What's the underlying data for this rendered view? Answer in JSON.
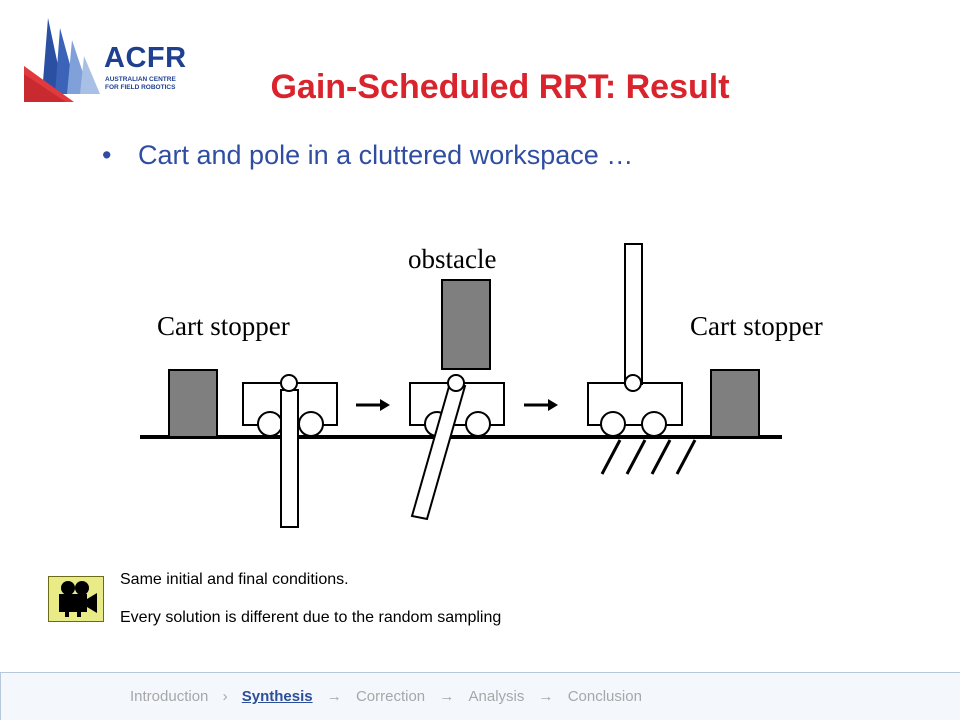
{
  "logo": {
    "name": "ACFR",
    "sub_line1": "AUSTRALIAN CENTRE",
    "sub_line2": "FOR FIELD ROBOTICS"
  },
  "slide": {
    "title": "Gain-Scheduled RRT: Result",
    "bullet_marker": "•",
    "bullet": "Cart and pole in a cluttered workspace …"
  },
  "diagram": {
    "obstacle_label": "obstacle",
    "left_stopper_label": "Cart stopper",
    "right_stopper_label": "Cart stopper"
  },
  "media": {
    "icon": "movie-camera-icon"
  },
  "notes": {
    "line1": "Same initial and final conditions.",
    "line2": "Every solution is different due to the random sampling"
  },
  "nav": {
    "items": [
      {
        "label": "Introduction",
        "active": false
      },
      {
        "label": "Synthesis",
        "active": true
      },
      {
        "label": "Correction",
        "active": false
      },
      {
        "label": "Analysis",
        "active": false
      },
      {
        "label": "Conclusion",
        "active": false
      }
    ],
    "sep_first": "›",
    "sep_arrow": "→"
  },
  "colors": {
    "title": "#d9242e",
    "bullet": "#2f4ea2",
    "logo_blue": "#1f3f8f",
    "obstacle_gray": "#7f7f7f"
  }
}
